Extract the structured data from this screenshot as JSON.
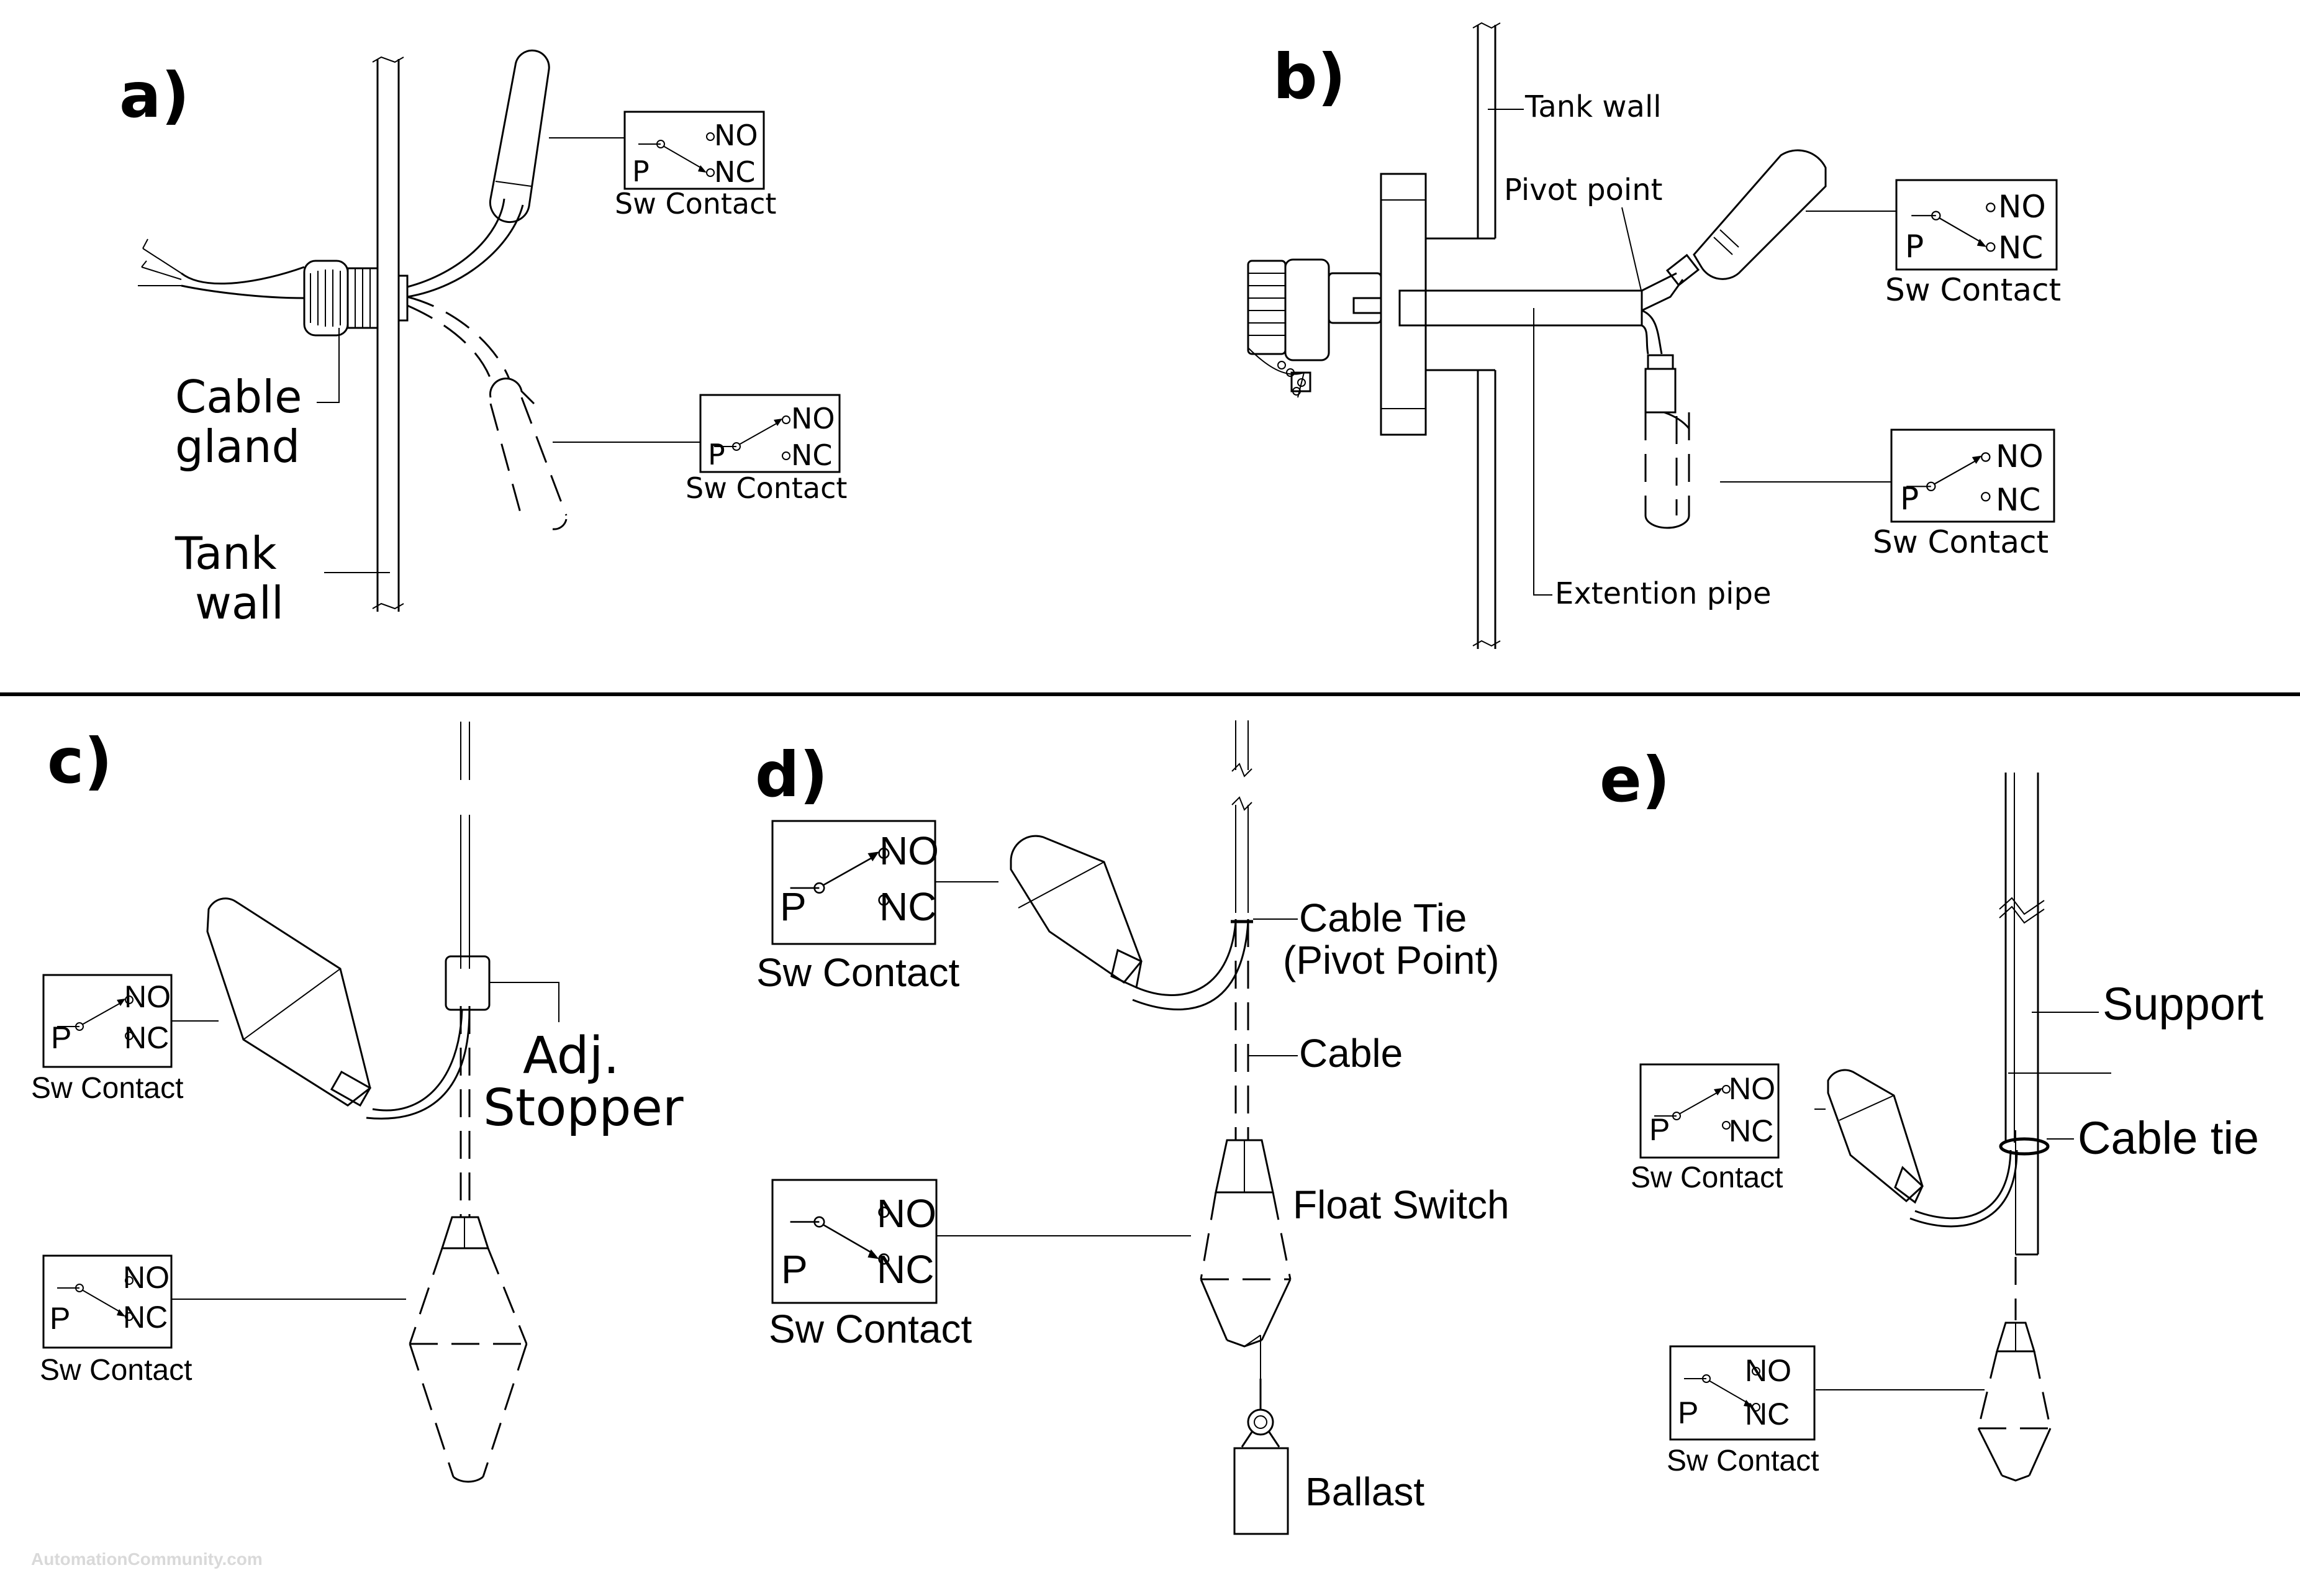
{
  "panels": {
    "a": {
      "label": "a)",
      "contact_upper": {
        "no": "NO",
        "nc": "NC",
        "p": "P",
        "caption": "Sw Contact"
      },
      "contact_lower": {
        "no": "NO",
        "nc": "NC",
        "p": "P",
        "caption": "Sw Contact"
      },
      "cable_gland_line1": "Cable",
      "cable_gland_line2": "gland",
      "tank_wall_line1": "Tank",
      "tank_wall_line2": "wall"
    },
    "b": {
      "label": "b)",
      "tank_wall": "Tank wall",
      "pivot_point": "Pivot point",
      "extension_pipe": "Extention pipe",
      "contact_upper": {
        "no": "NO",
        "nc": "NC",
        "p": "P",
        "caption": "Sw Contact"
      },
      "contact_lower": {
        "no": "NO",
        "nc": "NC",
        "p": "P",
        "caption": "Sw Contact"
      }
    },
    "c": {
      "label": "c)",
      "stopper_line1": "Adj.",
      "stopper_line2": "Stopper",
      "contact_upper": {
        "no": "NO",
        "nc": "NC",
        "p": "P",
        "caption": "Sw Contact"
      },
      "contact_lower": {
        "no": "NO",
        "nc": "NC",
        "p": "P",
        "caption": "Sw Contact"
      }
    },
    "d": {
      "label": "d)",
      "cable_tie_line1": "Cable Tie",
      "cable_tie_line2": "(Pivot Point)",
      "cable": "Cable",
      "float_switch": "Float Switch",
      "ballast": "Ballast",
      "contact_upper": {
        "no": "NO",
        "nc": "NC",
        "p": "P",
        "caption": "Sw Contact"
      },
      "contact_lower": {
        "no": "NO",
        "nc": "NC",
        "p": "P",
        "caption": "Sw Contact"
      }
    },
    "e": {
      "label": "e)",
      "support": "Support",
      "cable_tie": "Cable tie",
      "contact_upper": {
        "no": "NO",
        "nc": "NC",
        "p": "P",
        "caption": "Sw Contact"
      },
      "contact_lower": {
        "no": "NO",
        "nc": "NC",
        "p": "P",
        "caption": "Sw Contact"
      }
    }
  },
  "watermark": "AutomationCommunity.com"
}
